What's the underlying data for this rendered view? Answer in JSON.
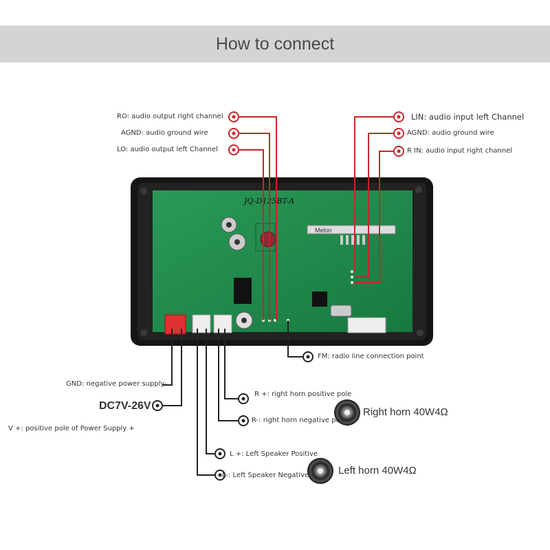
{
  "header": {
    "title": "How to connect"
  },
  "board": {
    "model": "JQ-D125BT-A",
    "display_label": "Melon"
  },
  "labels": {
    "ro": "RO: audio output right channel",
    "agnd_left": "AGND: audio ground wire",
    "lo": "LO: audio output left Channel",
    "lin": "LIN: audio input left Channel",
    "agnd_right": "AGND: audio ground wire",
    "rin": "R IN: audio input right channel",
    "fm": "FM: radio line connection point",
    "gnd": "GND: negative power supply-",
    "dc": "DC7V-26V",
    "vplus": "V +: positive pole of Power Supply +",
    "r_plus": "R +: right horn positive pole",
    "r_minus": "R-: right horn negative pole",
    "l_plus": "L +: Left Speaker Positive",
    "l_minus": "L-: Left Speaker Negative",
    "right_horn": "Right horn 40W4Ω",
    "left_horn": "Left horn 40W4Ω"
  },
  "colors": {
    "header_bg": "#d4d4d4",
    "red_wire": "#c8242a",
    "black_wire": "#222222",
    "pcb_green": "#1f8a4c",
    "case_black": "#151515"
  },
  "icons": [
    "connector-ring-icon",
    "speaker-icon"
  ]
}
